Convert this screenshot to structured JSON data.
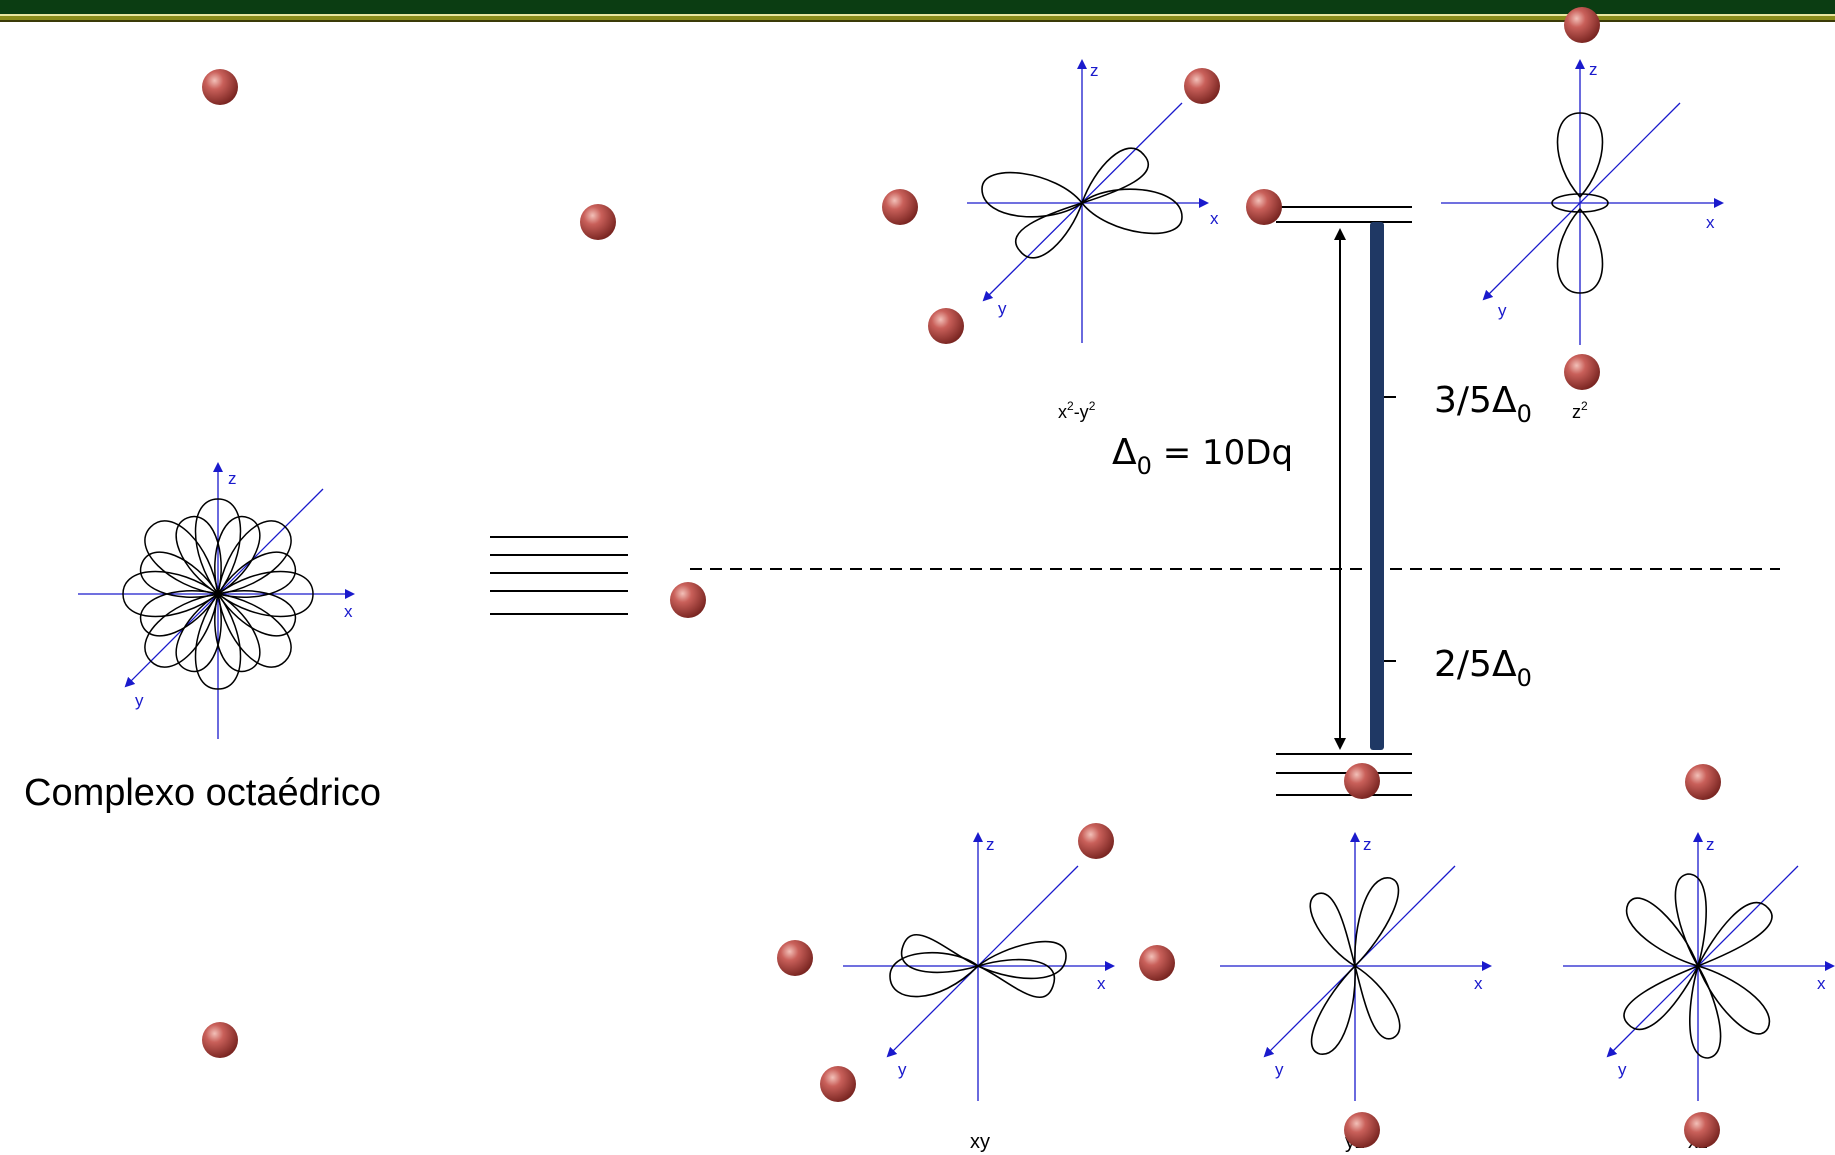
{
  "caption": "Complexo octaédrico",
  "axis_labels": {
    "x": "x",
    "y": "y",
    "z": "z"
  },
  "orbital_labels": {
    "dx2y2": {
      "base": "x",
      "sup1": "2",
      "mid": "-y",
      "sup2": "2"
    },
    "dz2": {
      "base": "z",
      "sup": "2"
    },
    "dxy": "xy",
    "dyz": "yz",
    "dxz": "xz"
  },
  "energy_labels": {
    "delta_symbol": "Δ",
    "delta_sub": "0",
    "delta_value": " = 10Dq",
    "upper_fraction": "3/5",
    "lower_fraction": "2/5"
  },
  "colors": {
    "axis": "#1a1acc",
    "ligand": "#b54a44",
    "bar": "#1f3864",
    "header_dark": "#0b3d12",
    "header_olive": "#8a8d1c"
  }
}
